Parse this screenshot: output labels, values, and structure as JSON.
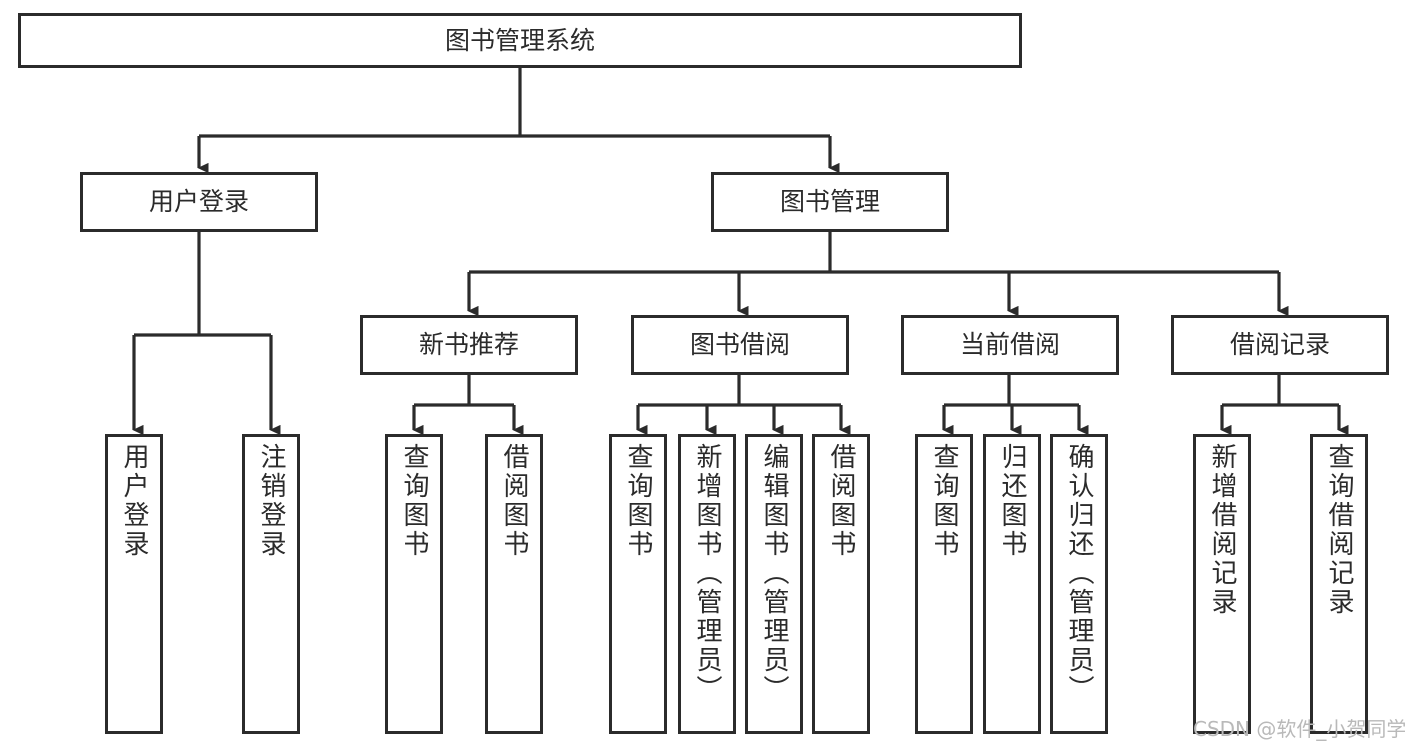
{
  "diagram": {
    "type": "tree-hierarchy",
    "title": "图书管理系统",
    "watermark": "CSDN @软件_小贺同学",
    "colors": {
      "box_border": "#2b2b2b",
      "box_fill": "#ffffff",
      "connector": "#2b2b2b",
      "text": "#2b2b2b",
      "watermark": "#b9b9b9",
      "background": "#ffffff"
    },
    "levels": {
      "root": {
        "label": "图书管理系统",
        "orientation": "horizontal"
      },
      "level2": [
        {
          "id": "user-login",
          "label": "用户登录",
          "orientation": "horizontal"
        },
        {
          "id": "book-management",
          "label": "图书管理",
          "orientation": "horizontal"
        }
      ],
      "level3": [
        {
          "id": "new-book-recommend",
          "label": "新书推荐",
          "orientation": "horizontal",
          "parent": "book-management"
        },
        {
          "id": "book-borrow",
          "label": "图书借阅",
          "orientation": "horizontal",
          "parent": "book-management"
        },
        {
          "id": "current-borrow",
          "label": "当前借阅",
          "orientation": "horizontal",
          "parent": "book-management"
        },
        {
          "id": "borrow-record",
          "label": "借阅记录",
          "orientation": "horizontal",
          "parent": "book-management"
        }
      ],
      "leaves": [
        {
          "id": "leaf-user-login",
          "label": "用户登录",
          "parent": "user-login",
          "orientation": "vertical"
        },
        {
          "id": "leaf-user-logout",
          "label": "注销登录",
          "parent": "user-login",
          "orientation": "vertical"
        },
        {
          "id": "leaf-query-book-1",
          "label": "查询图书",
          "parent": "new-book-recommend",
          "orientation": "vertical"
        },
        {
          "id": "leaf-borrow-book-1",
          "label": "借阅图书",
          "parent": "new-book-recommend",
          "orientation": "vertical"
        },
        {
          "id": "leaf-query-book-2",
          "label": "查询图书",
          "parent": "book-borrow",
          "orientation": "vertical"
        },
        {
          "id": "leaf-add-book",
          "label": "新增图书（管理员）",
          "parent": "book-borrow",
          "orientation": "vertical"
        },
        {
          "id": "leaf-edit-book",
          "label": "编辑图书（管理员）",
          "parent": "book-borrow",
          "orientation": "vertical"
        },
        {
          "id": "leaf-borrow-book-2",
          "label": "借阅图书",
          "parent": "book-borrow",
          "orientation": "vertical"
        },
        {
          "id": "leaf-query-book-3",
          "label": "查询图书",
          "parent": "current-borrow",
          "orientation": "vertical"
        },
        {
          "id": "leaf-return-book",
          "label": "归还图书",
          "parent": "current-borrow",
          "orientation": "vertical"
        },
        {
          "id": "leaf-confirm-return",
          "label": "确认归还（管理员）",
          "parent": "current-borrow",
          "orientation": "vertical"
        },
        {
          "id": "leaf-add-record",
          "label": "新增借阅记录",
          "parent": "borrow-record",
          "orientation": "vertical"
        },
        {
          "id": "leaf-query-record",
          "label": "查询借阅记录",
          "parent": "borrow-record",
          "orientation": "vertical"
        }
      ]
    }
  }
}
